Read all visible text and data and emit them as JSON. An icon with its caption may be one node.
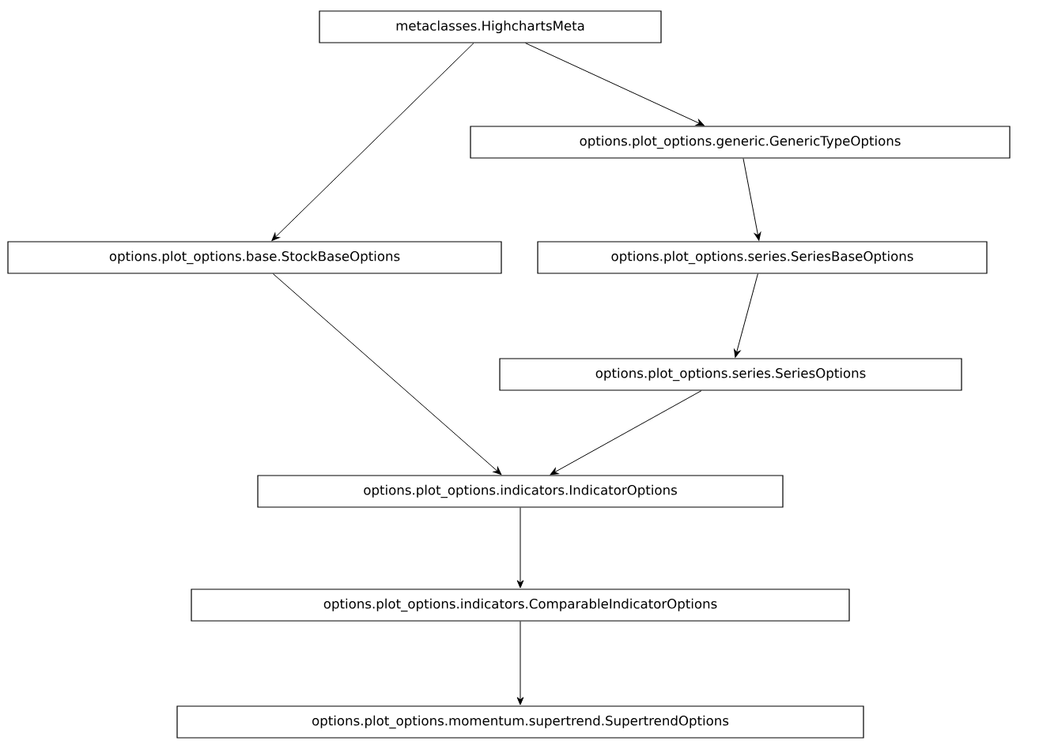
{
  "diagram": {
    "nodes": [
      {
        "text": [
          "metaclasses.HighchartsMeta"
        ]
      },
      {
        "text": [
          "options.plot_options.generic.GenericTypeOptions"
        ]
      },
      {
        "text": [
          "options.plot_options.base.StockBaseOptions"
        ]
      },
      {
        "text": [
          "options.plot_options.series.SeriesBaseOptions"
        ]
      },
      {
        "text": [
          "options.plot_options.series.SeriesOptions"
        ]
      },
      {
        "text": [
          "options.plot_options.indicators.IndicatorOptions"
        ]
      },
      {
        "text": [
          "options.plot_options.indicators.ComparableIndicatorOptions"
        ]
      },
      {
        "text": [
          "options.plot_options.momentum.supertrend.SupertrendOptions"
        ]
      }
    ],
    "edges": [
      {
        "from": 0,
        "to": 1,
        "arrow": "to"
      },
      {
        "from": 0,
        "to": 2,
        "arrow": "to"
      },
      {
        "from": 1,
        "to": 3,
        "arrow": "to"
      },
      {
        "from": 3,
        "to": 4,
        "arrow": "to"
      },
      {
        "from": 2,
        "to": 5,
        "arrow": "to"
      },
      {
        "from": 4,
        "to": 5,
        "arrow": "to"
      },
      {
        "from": 5,
        "to": 6,
        "arrow": "to"
      },
      {
        "from": 6,
        "to": 7,
        "arrow": "to"
      }
    ]
  }
}
